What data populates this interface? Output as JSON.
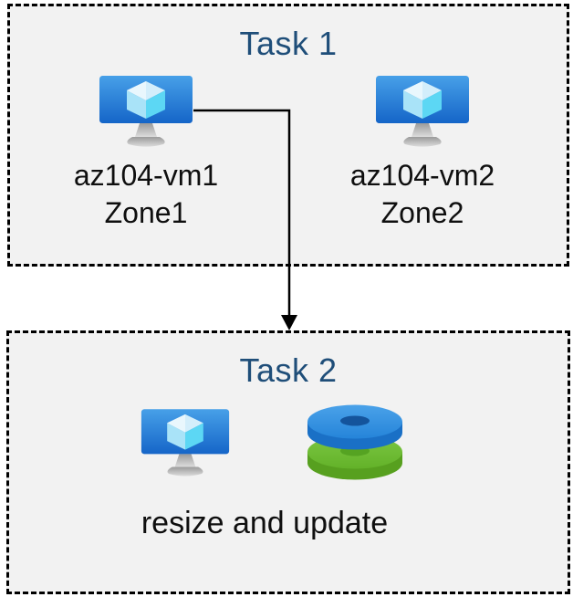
{
  "palette": {
    "page_background": "#ffffff",
    "box_background": "#f2f2f2",
    "box_border": "#000000",
    "title_color": "#1f4e79",
    "label_color": "#0f0f0f",
    "arrow_color": "#000000",
    "monitor_blue_top": "#47a0e8",
    "monitor_blue_bottom": "#1565c8",
    "cube_top": "#d9f0fb",
    "cube_left": "#a9e3f8",
    "cube_right": "#5cd7f4",
    "stand_gray_top": "#9b9b9b",
    "stand_gray_bottom": "#d9d9d9",
    "disk_blue_top": "#2f90e0",
    "disk_blue_side": "#1a70c6",
    "disk_blue_hole": "#14549c",
    "disk_green_top": "#6cbb2f",
    "disk_green_side": "#57a01f",
    "disk_green_hole": "#55a322"
  },
  "task1": {
    "title": "Task 1",
    "vms": [
      {
        "name": "az104-vm1",
        "zone": "Zone1",
        "icon": "azure-vm-icon"
      },
      {
        "name": "az104-vm2",
        "zone": "Zone2",
        "icon": "azure-vm-icon"
      }
    ]
  },
  "connector": {
    "style": "elbow-arrow",
    "from": "az104-vm1",
    "to": "Task 2"
  },
  "task2": {
    "title": "Task 2",
    "icons": [
      "azure-vm-icon",
      "azure-disks-icon"
    ],
    "caption": "resize and update"
  }
}
